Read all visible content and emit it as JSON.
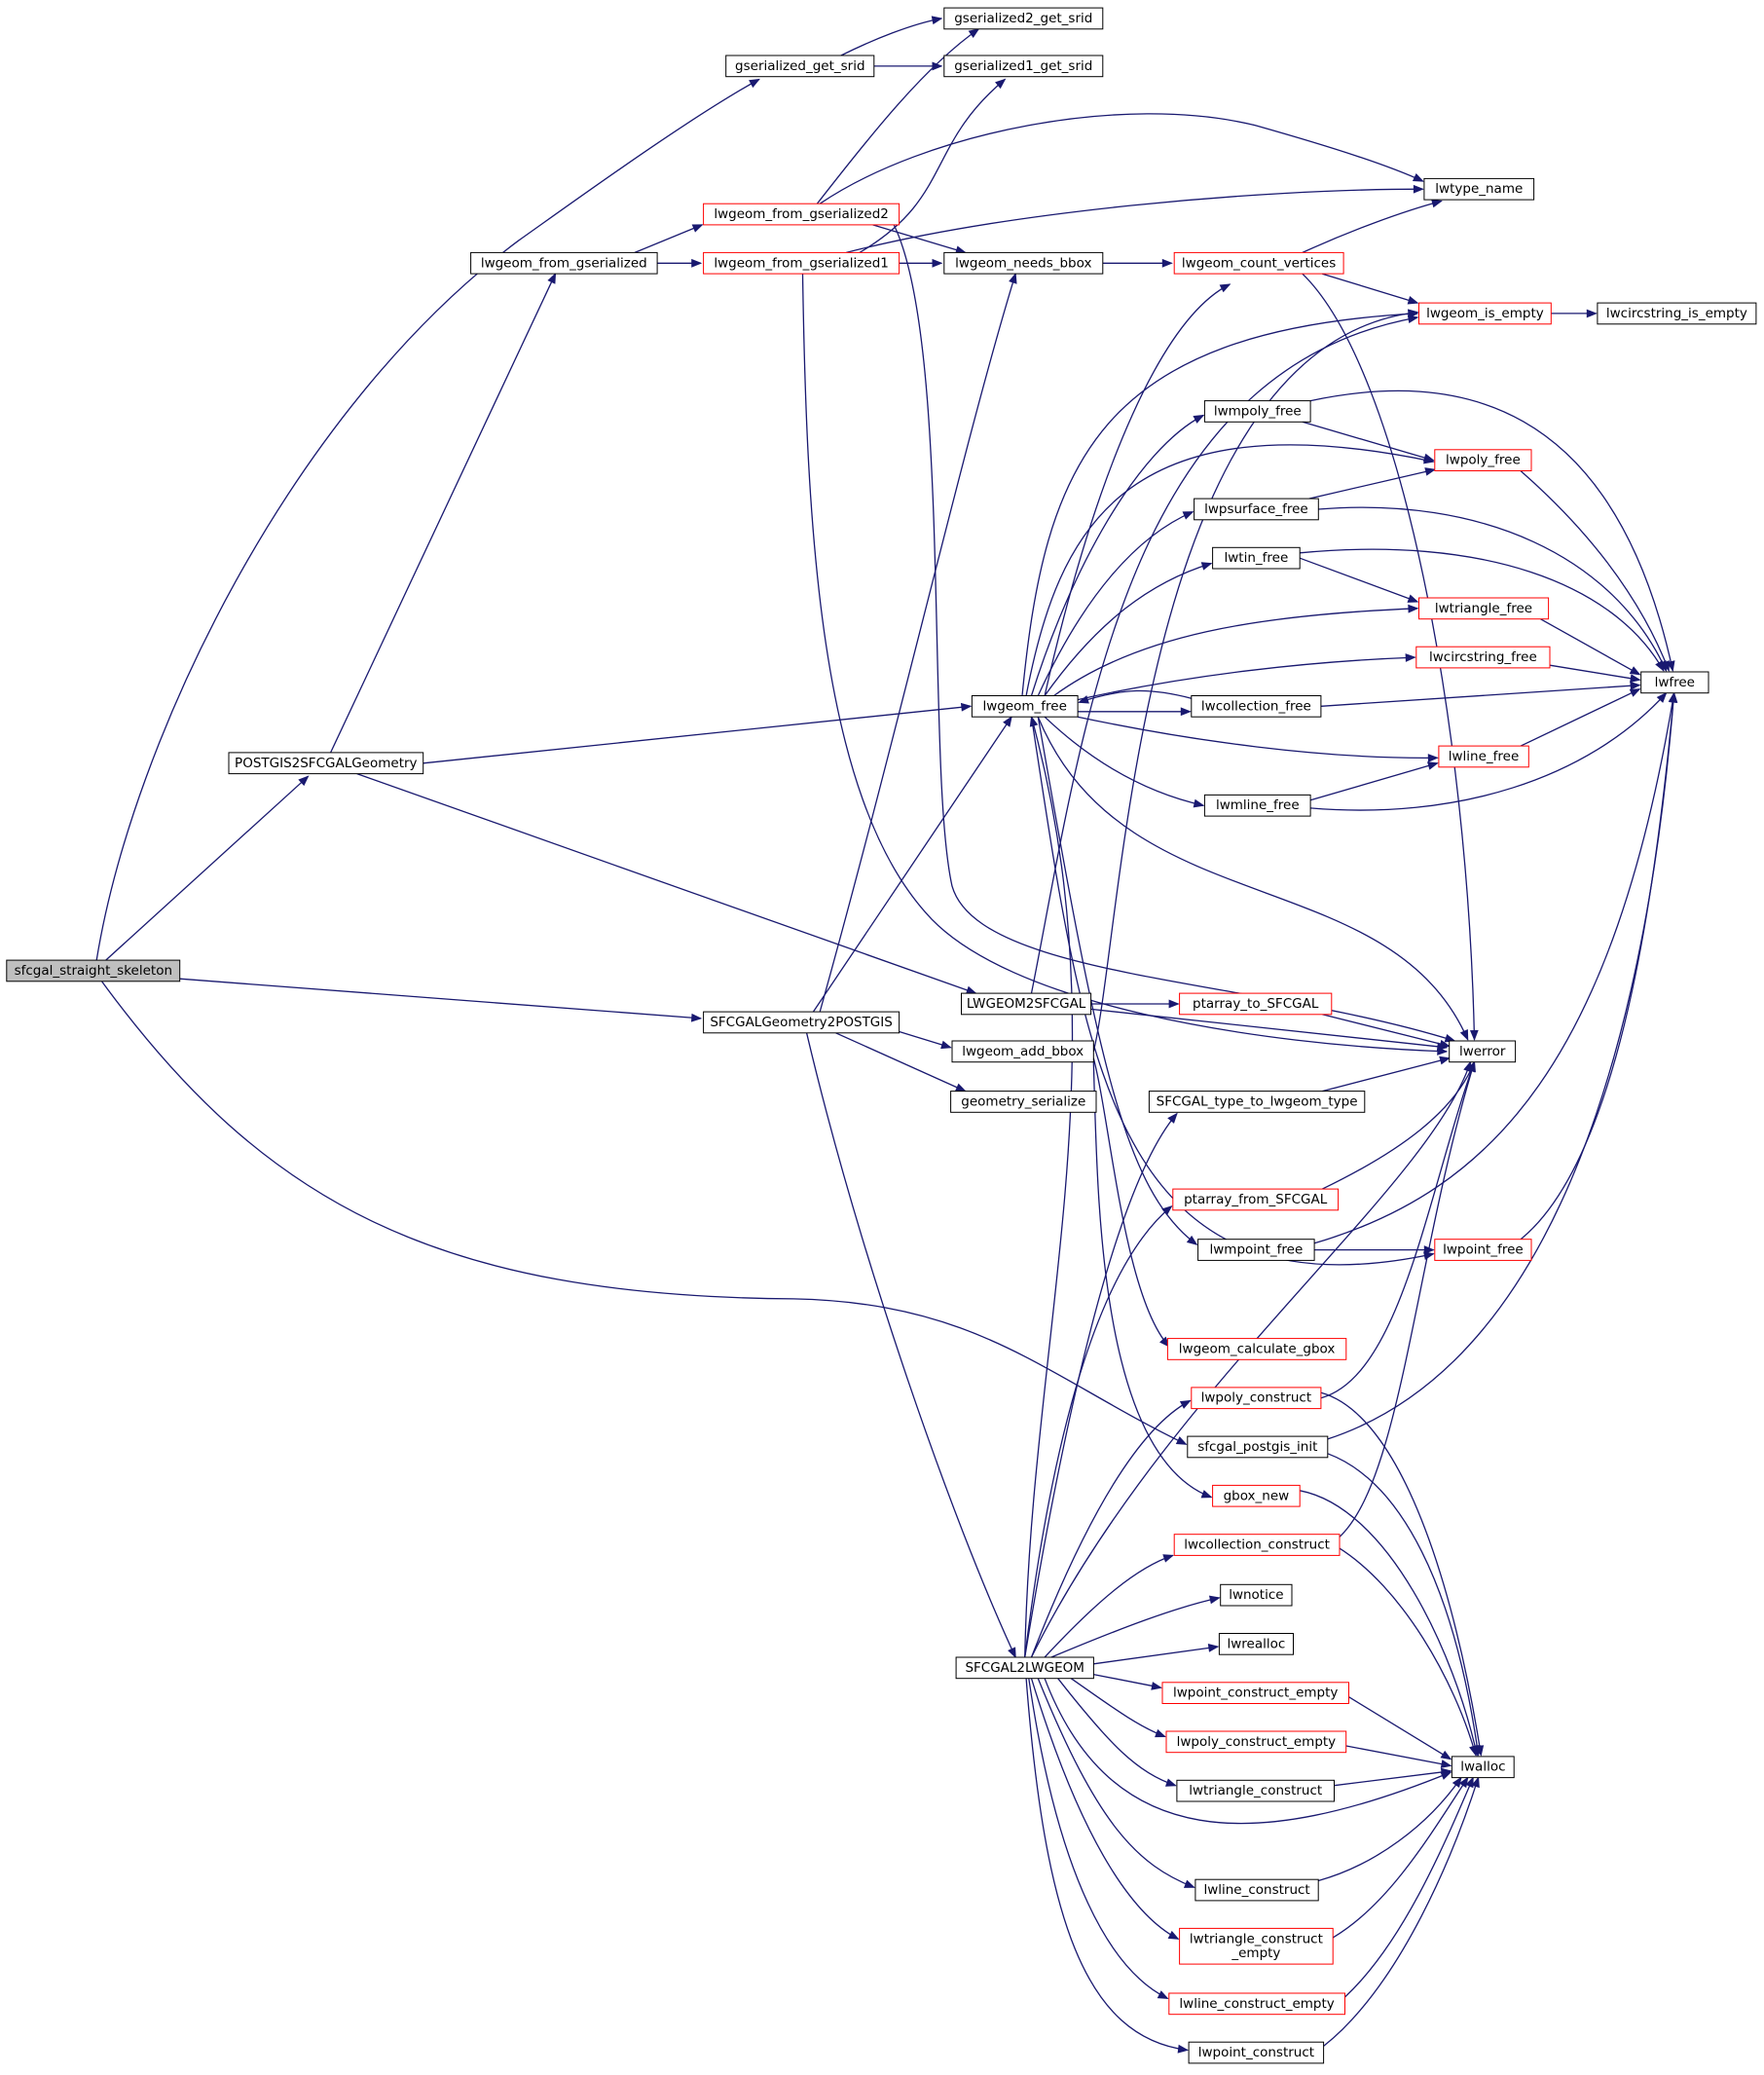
{
  "graph": {
    "colors": {
      "edge": "#191970",
      "truncated_border": "#ff0000",
      "root_fill": "#bfbfbf"
    },
    "nodes": [
      {
        "id": "sfcgal_straight_skeleton",
        "label": "sfcgal_straight_skeleton",
        "root": true
      },
      {
        "id": "gserialized_get_srid",
        "label": "gserialized_get_srid"
      },
      {
        "id": "gserialized2_get_srid",
        "label": "gserialized2_get_srid"
      },
      {
        "id": "gserialized1_get_srid",
        "label": "gserialized1_get_srid"
      },
      {
        "id": "lwgeom_from_gserialized2",
        "label": "lwgeom_from_gserialized2",
        "truncated": true
      },
      {
        "id": "lwtype_name",
        "label": "lwtype_name"
      },
      {
        "id": "lwgeom_from_gserialized",
        "label": "lwgeom_from_gserialized"
      },
      {
        "id": "lwgeom_from_gserialized1",
        "label": "lwgeom_from_gserialized1",
        "truncated": true
      },
      {
        "id": "lwgeom_needs_bbox",
        "label": "lwgeom_needs_bbox"
      },
      {
        "id": "lwgeom_count_vertices",
        "label": "lwgeom_count_vertices",
        "truncated": true
      },
      {
        "id": "lwgeom_is_empty",
        "label": "lwgeom_is_empty",
        "truncated": true
      },
      {
        "id": "lwcircstring_is_empty",
        "label": "lwcircstring_is_empty"
      },
      {
        "id": "lwmpoly_free",
        "label": "lwmpoly_free"
      },
      {
        "id": "lwpoly_free",
        "label": "lwpoly_free",
        "truncated": true
      },
      {
        "id": "lwpsurface_free",
        "label": "lwpsurface_free"
      },
      {
        "id": "lwtin_free",
        "label": "lwtin_free"
      },
      {
        "id": "lwtriangle_free",
        "label": "lwtriangle_free",
        "truncated": true
      },
      {
        "id": "lwcircstring_free",
        "label": "lwcircstring_free",
        "truncated": true
      },
      {
        "id": "lwfree",
        "label": "lwfree"
      },
      {
        "id": "lwgeom_free",
        "label": "lwgeom_free"
      },
      {
        "id": "lwcollection_free",
        "label": "lwcollection_free"
      },
      {
        "id": "POSTGIS2SFCGALGeometry",
        "label": "POSTGIS2SFCGALGeometry"
      },
      {
        "id": "lwline_free",
        "label": "lwline_free",
        "truncated": true
      },
      {
        "id": "lwmline_free",
        "label": "lwmline_free"
      },
      {
        "id": "LWGEOM2SFCGAL",
        "label": "LWGEOM2SFCGAL"
      },
      {
        "id": "ptarray_to_SFCGAL",
        "label": "ptarray_to_SFCGAL",
        "truncated": true
      },
      {
        "id": "SFCGALGeometry2POSTGIS",
        "label": "SFCGALGeometry2POSTGIS"
      },
      {
        "id": "lwgeom_add_bbox",
        "label": "lwgeom_add_bbox"
      },
      {
        "id": "lwerror",
        "label": "lwerror"
      },
      {
        "id": "geometry_serialize",
        "label": "geometry_serialize"
      },
      {
        "id": "SFCGAL_type_to_lwgeom_type",
        "label": "SFCGAL_type_to_lwgeom_type"
      },
      {
        "id": "ptarray_from_SFCGAL",
        "label": "ptarray_from_SFCGAL",
        "truncated": true
      },
      {
        "id": "lwmpoint_free",
        "label": "lwmpoint_free"
      },
      {
        "id": "lwpoint_free",
        "label": "lwpoint_free",
        "truncated": true
      },
      {
        "id": "lwgeom_calculate_gbox",
        "label": "lwgeom_calculate_gbox",
        "truncated": true
      },
      {
        "id": "lwpoly_construct",
        "label": "lwpoly_construct",
        "truncated": true
      },
      {
        "id": "sfcgal_postgis_init",
        "label": "sfcgal_postgis_init"
      },
      {
        "id": "gbox_new",
        "label": "gbox_new",
        "truncated": true
      },
      {
        "id": "lwcollection_construct",
        "label": "lwcollection_construct",
        "truncated": true
      },
      {
        "id": "lwnotice",
        "label": "lwnotice"
      },
      {
        "id": "lwrealloc",
        "label": "lwrealloc"
      },
      {
        "id": "SFCGAL2LWGEOM",
        "label": "SFCGAL2LWGEOM"
      },
      {
        "id": "lwpoint_construct_empty",
        "label": "lwpoint_construct_empty",
        "truncated": true
      },
      {
        "id": "lwpoly_construct_empty",
        "label": "lwpoly_construct_empty",
        "truncated": true
      },
      {
        "id": "lwalloc",
        "label": "lwalloc"
      },
      {
        "id": "lwtriangle_construct",
        "label": "lwtriangle_construct"
      },
      {
        "id": "lwline_construct",
        "label": "lwline_construct"
      },
      {
        "id": "lwtriangle_construct_empty",
        "label": "lwtriangle_construct\n_empty",
        "truncated": true
      },
      {
        "id": "lwline_construct_empty",
        "label": "lwline_construct_empty",
        "truncated": true
      },
      {
        "id": "lwpoint_construct",
        "label": "lwpoint_construct"
      }
    ]
  }
}
